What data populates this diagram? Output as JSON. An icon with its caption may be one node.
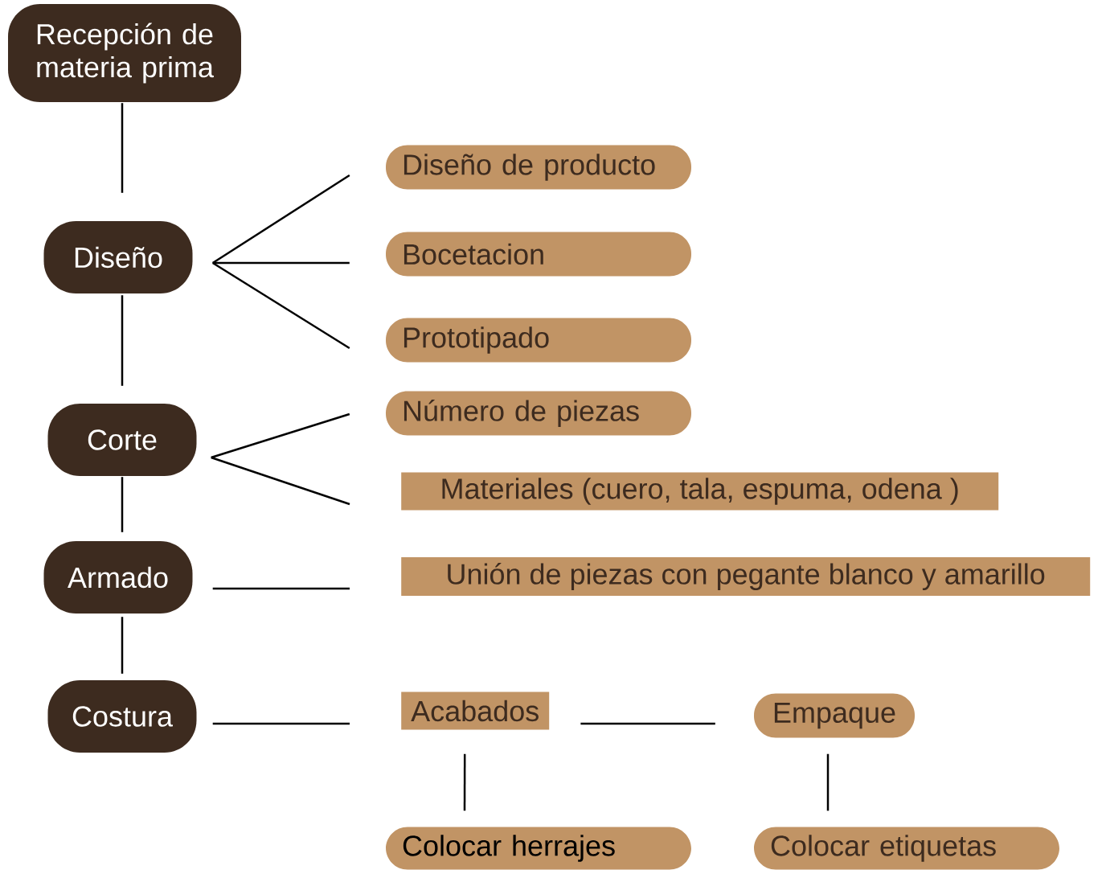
{
  "diagram": {
    "nodes": [
      {
        "text": [
          "Recepción de materia prima"
        ]
      },
      {
        "text": [
          "Diseño"
        ]
      },
      {
        "text": [
          "Corte"
        ]
      },
      {
        "text": [
          "Armado"
        ]
      },
      {
        "text": [
          "Costura"
        ]
      },
      {
        "text": [
          "Diseño de producto"
        ]
      },
      {
        "text": [
          "Bocetacion"
        ]
      },
      {
        "text": [
          "Prototipado"
        ]
      },
      {
        "text": [
          "Número de piezas"
        ]
      },
      {
        "text": [
          "Materiales (cuero, tala, espuma, odena )"
        ]
      },
      {
        "text": [
          "Unión de piezas con pegante blanco y amarillo"
        ]
      },
      {
        "text": [
          "Acabados"
        ]
      },
      {
        "text": [
          "Empaque"
        ]
      },
      {
        "text": [
          "Colocar herrajes"
        ]
      },
      {
        "text": [
          "Colocar etiquetas"
        ]
      }
    ],
    "edges": [
      {
        "from": 0,
        "to": 1,
        "arrow": "none"
      },
      {
        "from": 1,
        "to": 2,
        "arrow": "none"
      },
      {
        "from": 2,
        "to": 3,
        "arrow": "none"
      },
      {
        "from": 3,
        "to": 4,
        "arrow": "none"
      },
      {
        "from": 1,
        "to": 5,
        "arrow": "none"
      },
      {
        "from": 1,
        "to": 6,
        "arrow": "none"
      },
      {
        "from": 1,
        "to": 7,
        "arrow": "none"
      },
      {
        "from": 2,
        "to": 8,
        "arrow": "none"
      },
      {
        "from": 2,
        "to": 9,
        "arrow": "none"
      },
      {
        "from": 3,
        "to": 10,
        "arrow": "none"
      },
      {
        "from": 4,
        "to": 11,
        "arrow": "none"
      },
      {
        "from": 11,
        "to": 12,
        "arrow": "none"
      },
      {
        "from": 11,
        "to": 13,
        "arrow": "none"
      },
      {
        "from": 12,
        "to": 14,
        "arrow": "none"
      }
    ]
  }
}
